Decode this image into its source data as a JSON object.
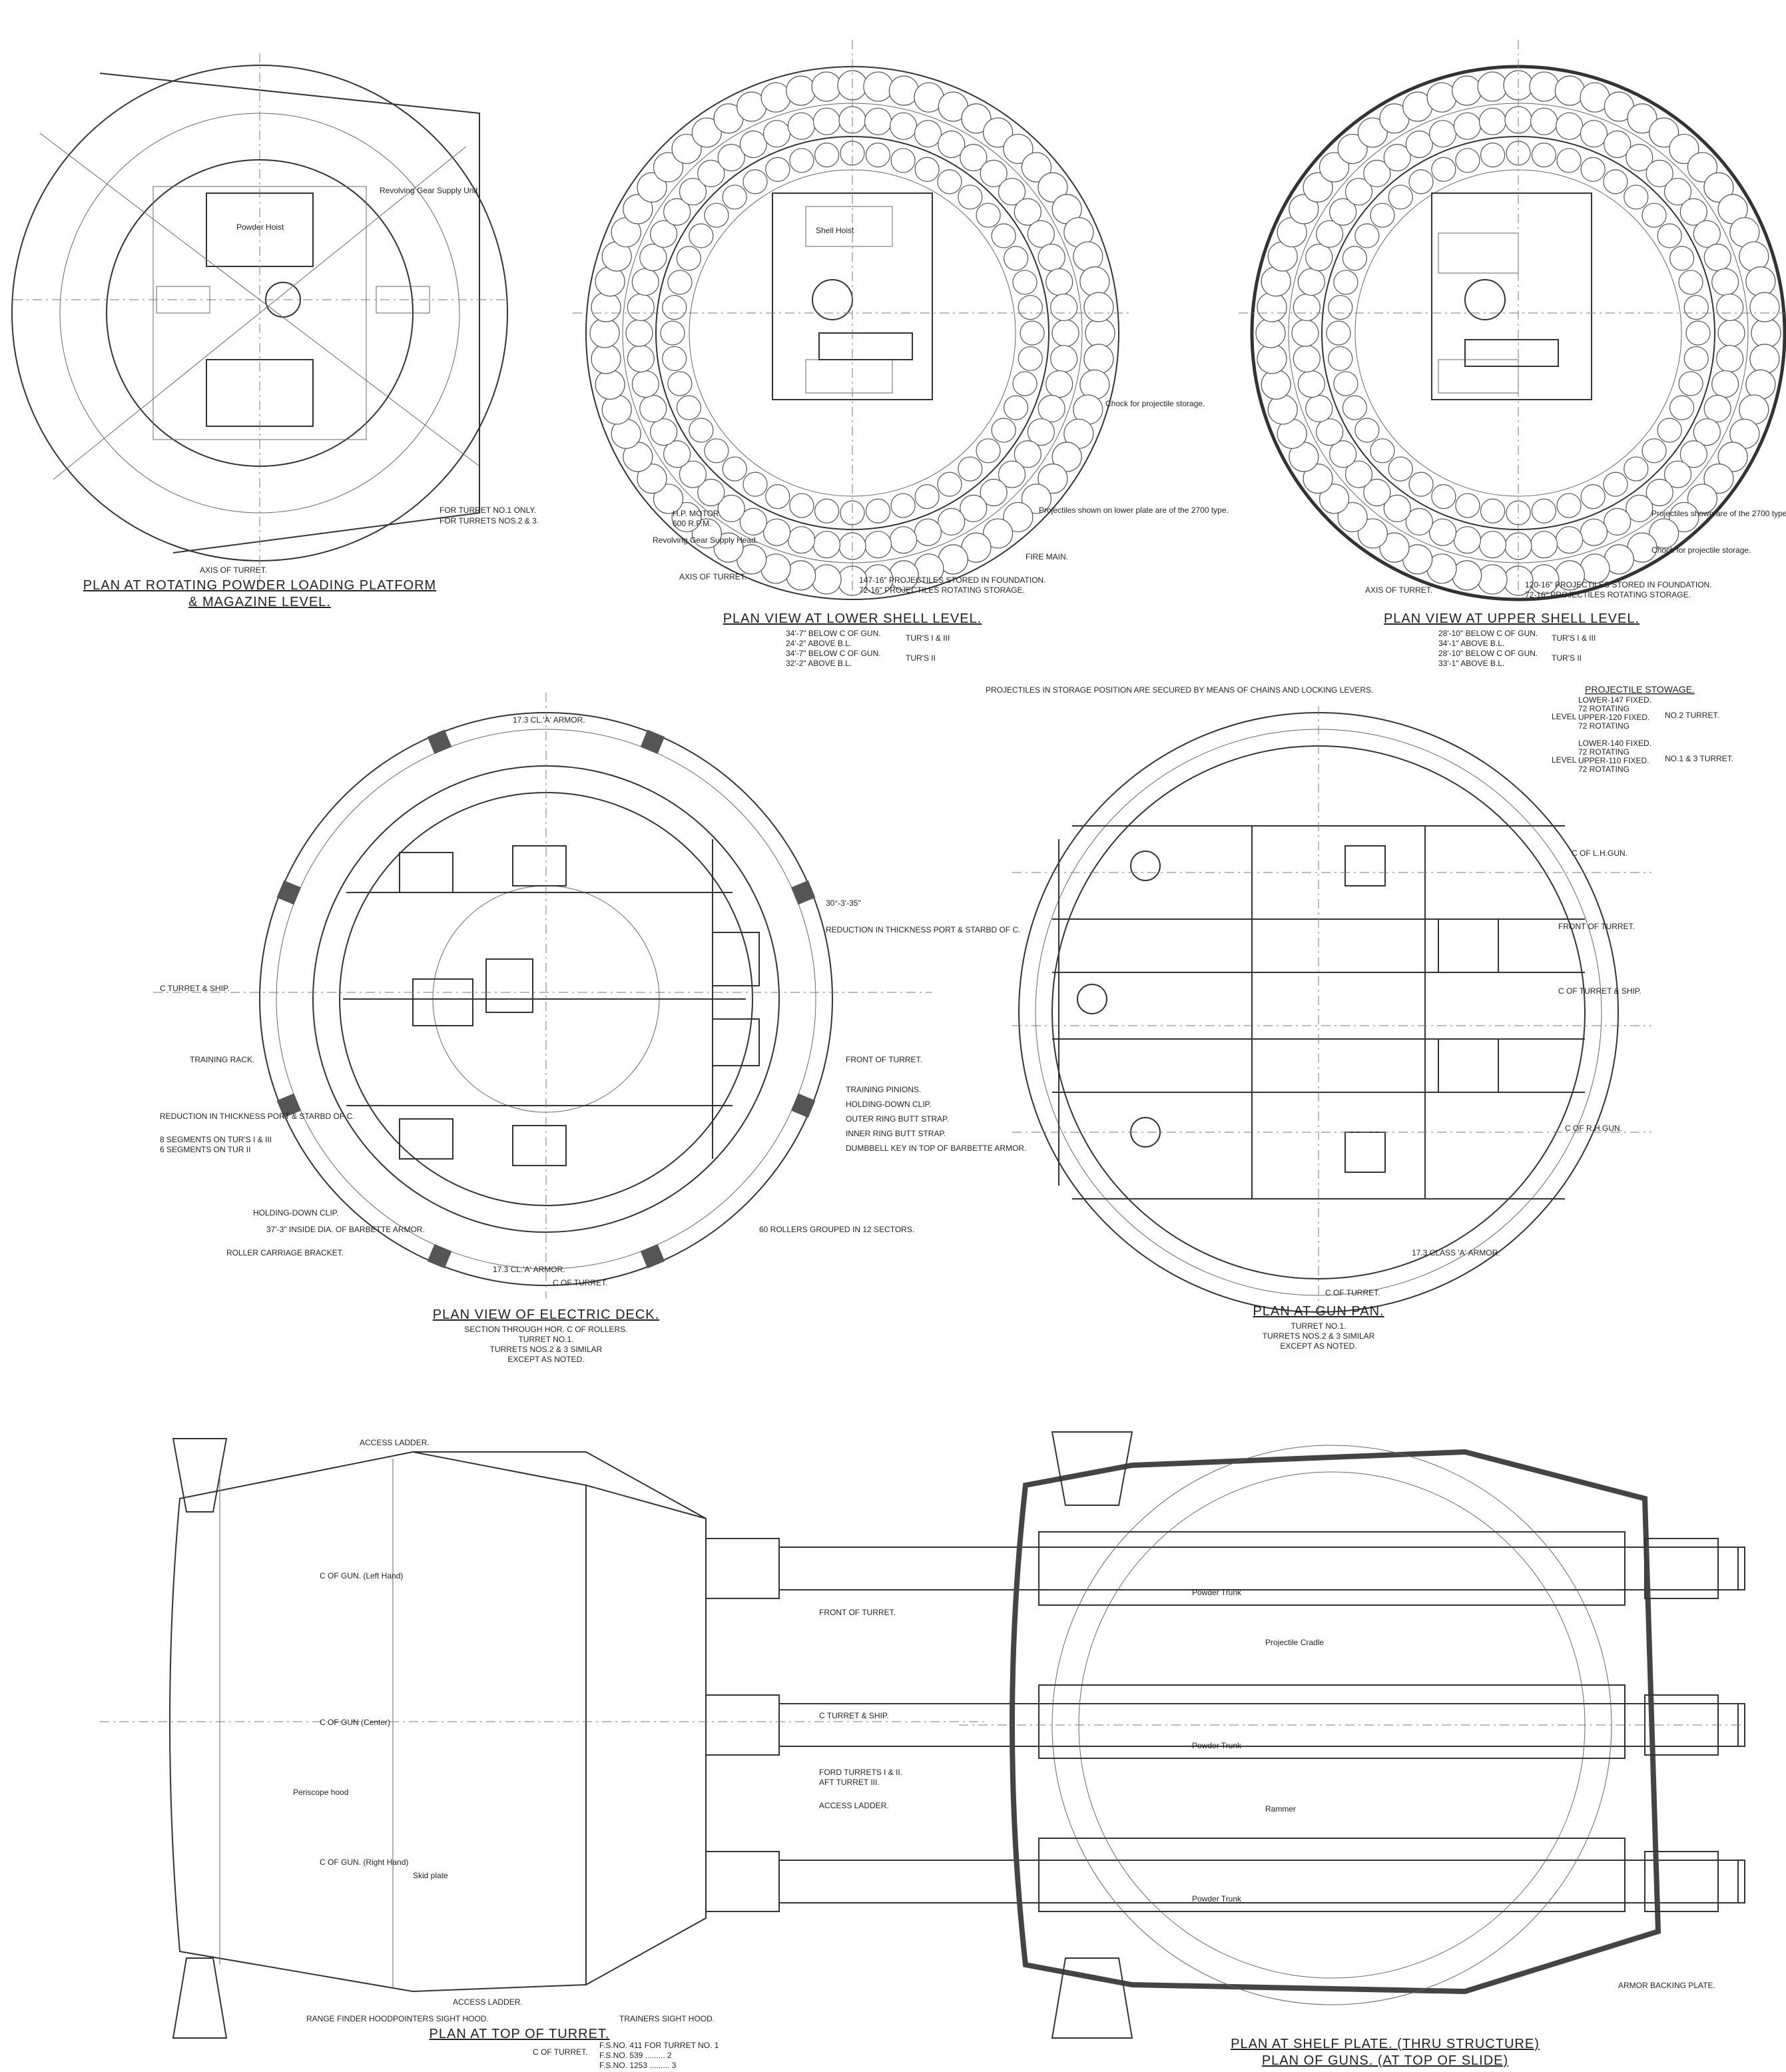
{
  "views": {
    "powder": {
      "caption1": "PLAN AT ROTATING POWDER LOADING PLATFORM",
      "caption2": "& MAGAZINE LEVEL.",
      "labels": [
        "AXIS OF TURRET.",
        "FOR TURRET NO.1 ONLY.",
        "FOR TURRETS NOS.2 & 3.",
        "Revolving Gear Supply Unit",
        "Powder Hoist"
      ]
    },
    "lower": {
      "caption": "PLAN VIEW AT LOWER SHELL LEVEL.",
      "sub": [
        "34'-7\" BELOW C OF GUN.",
        "24'-2\" ABOVE B.L.",
        "34'-7\" BELOW C OF GUN.",
        "32'-2\" ABOVE B.L."
      ],
      "turrets": [
        "TUR'S I & III",
        "TUR'S II"
      ],
      "labels": [
        "AXIS OF TURRET.",
        "147-16\" PROJECTILES STORED IN FOUNDATION.",
        "72-16\" PROJECTILES ROTATING STORAGE.",
        "FIRE MAIN.",
        "H.P. MOTOR.",
        "600 R.P.M.",
        "Revolving Gear Supply Head.",
        "PROJECTILES IN STORAGE POSITION ARE SECURED BY MEANS OF CHAINS AND LOCKING LEVERS.",
        "Projectiles shown on lower plate are of the 2700 type.",
        "Chock for projectile storage.",
        "Shell Hoist"
      ]
    },
    "upper": {
      "caption": "PLAN VIEW AT UPPER SHELL LEVEL.",
      "sub": [
        "28'-10\" BELOW C OF GUN.",
        "34'-1\" ABOVE B.L.",
        "28'-10\" BELOW C OF GUN.",
        "33'-1\" ABOVE B.L."
      ],
      "turrets": [
        "TUR'S I & III",
        "TUR'S II"
      ],
      "labels": [
        "AXIS OF TURRET.",
        "120-16\" PROJECTILES STORED IN FOUNDATION.",
        "72-16\" PROJECTILES ROTATING STORAGE.",
        "Projectiles shown are of the 2700 type.",
        "Chock for projectile storage."
      ]
    },
    "storage": {
      "title": "PROJECTILE STOWAGE.",
      "rows": [
        "LOWER-147 FIXED.",
        "72 ROTATING",
        "UPPER-120 FIXED.",
        "72 ROTATING",
        "LOWER-140 FIXED.",
        "72 ROTATING",
        "UPPER-110 FIXED.",
        "72 ROTATING"
      ],
      "turrets": [
        "NO.2 TURRET.",
        "NO.1 & 3 TURRET."
      ],
      "level": "LEVEL"
    },
    "electric": {
      "caption": "PLAN VIEW OF ELECTRIC DECK.",
      "sub": [
        "SECTION THROUGH HOR. C OF ROLLERS.",
        "TURRET NO.1.",
        "TURRETS NOS.2 & 3 SIMILAR",
        "EXCEPT AS NOTED."
      ],
      "labels": [
        "17.3 CL.'A' ARMOR.",
        "C TURRET & SHIP.",
        "TRAINING RACK.",
        "REDUCTION IN THICKNESS PORT & STARBD OF C.",
        "8 SEGMENTS ON TUR'S I & III",
        "6 SEGMENTS ON TUR II",
        "HOLDING-DOWN CLIP.",
        "37'-3\" INSIDE DIA. OF BARBETTE ARMOR.",
        "ROLLER CARRIAGE BRACKET.",
        "17.3 CL.'A' ARMOR.",
        "C OF TURRET.",
        "60 ROLLERS GROUPED IN 12 SECTORS.",
        "FRONT OF TURRET.",
        "TRAINING PINIONS.",
        "HOLDING-DOWN CLIP.",
        "OUTER RING BUTT STRAP.",
        "INNER RING BUTT STRAP.",
        "DUMBBELL KEY IN TOP OF BARBETTE ARMOR.",
        "REDUCTION IN THICKNESS PORT & STARBD OF C.",
        "30°-3'-35\""
      ]
    },
    "gunpan": {
      "caption": "PLAN AT GUN PAN.",
      "sub": [
        "TURRET NO.1.",
        "TURRETS NOS.2 & 3 SIMILAR",
        "EXCEPT AS NOTED."
      ],
      "labels": [
        "C OF L.H.GUN.",
        "FRONT OF TURRET.",
        "C OF TURRET & SHIP.",
        "C OF R.H.GUN.",
        "17.3 CLASS 'A' ARMOR.",
        "C OF TURRET."
      ]
    },
    "top": {
      "caption": "PLAN AT TOP OF TURRET.",
      "labels": [
        "ACCESS LADDER.",
        "C OF GUN. (Left Hand)",
        "C OF GUN (Center)",
        "C OF GUN. (Right Hand)",
        "FRONT OF TURRET.",
        "C TURRET & SHIP.",
        "FORD TURRETS I & II.",
        "AFT TURRET III.",
        "ACCESS LADDER.",
        "ACCESS LADDER.",
        "RANGE FINDER HOOD.",
        "POINTERS SIGHT HOOD.",
        "TRAINERS SIGHT HOOD.",
        "Periscope hood",
        "Skid plate"
      ],
      "plans": {
        "lead": "C OF TURRET.",
        "rows": [
          "F.S.NO. 411 FOR TURRET NO. 1",
          "F.S.NO. 539 ......... 2",
          "F.S.NO. 1253 ......... 3"
        ]
      }
    },
    "shelf": {
      "caption1": "PLAN AT SHELF PLATE. (THRU STRUCTURE)",
      "caption2": "PLAN OF GUNS. (AT TOP OF SLIDE)",
      "labels": [
        "ARMOR BACKING PLATE.",
        "Powder Trunk",
        "Powder Trunk",
        "Powder Trunk",
        "Projectile Cradle",
        "Rammer"
      ]
    }
  }
}
